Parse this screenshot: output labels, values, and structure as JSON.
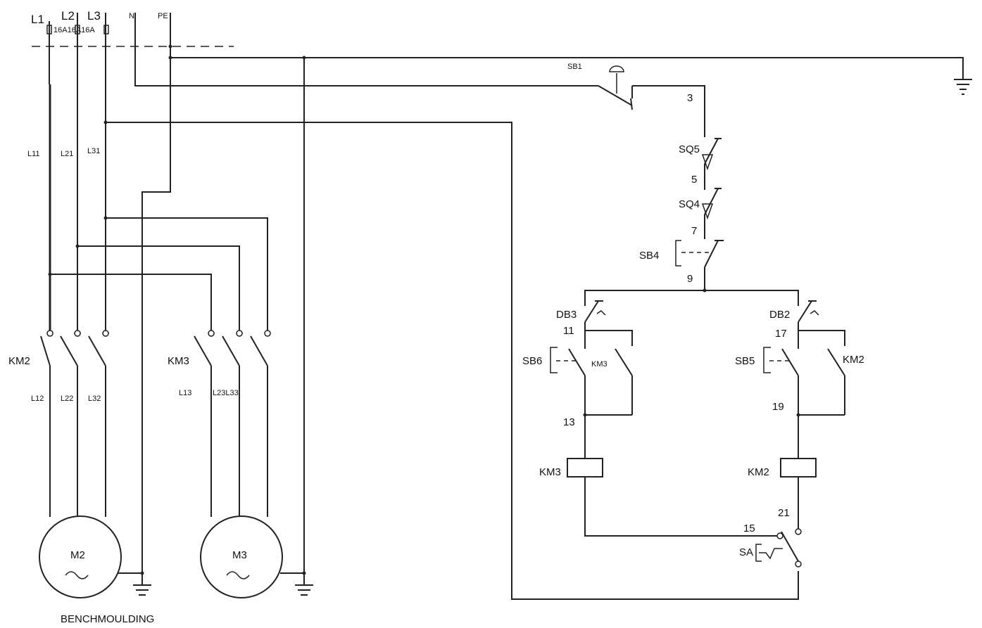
{
  "supply": {
    "l1": "L1",
    "l2": "L2",
    "l3": "L3",
    "n": "N",
    "pe": "PE",
    "fuse_rating": "16A16A16A"
  },
  "branch_labels": {
    "l11": "L11",
    "l21": "L21",
    "l31": "L31",
    "l12": "L12",
    "l22": "L22",
    "l32": "L32",
    "l13": "L13",
    "l23l33": "L23L33"
  },
  "contactors": {
    "km2_main": "KM2",
    "km3_main": "KM3"
  },
  "motors": {
    "m2": "M2",
    "m3": "M3",
    "caption": "BENCHMOULDING"
  },
  "control": {
    "sb1": "SB1",
    "sq5": "SQ5",
    "sq4": "SQ4",
    "sb4": "SB4",
    "db3": "DB3",
    "db2": "DB2",
    "sb6": "SB6",
    "sb5": "SB5",
    "km3_aux": "KM3",
    "km2_aux": "KM2",
    "km3_coil": "KM3",
    "km2_coil": "KM2",
    "sa": "SA",
    "nodes": [
      "3",
      "5",
      "7",
      "9",
      "11",
      "17",
      "13",
      "19",
      "21",
      "15"
    ]
  }
}
